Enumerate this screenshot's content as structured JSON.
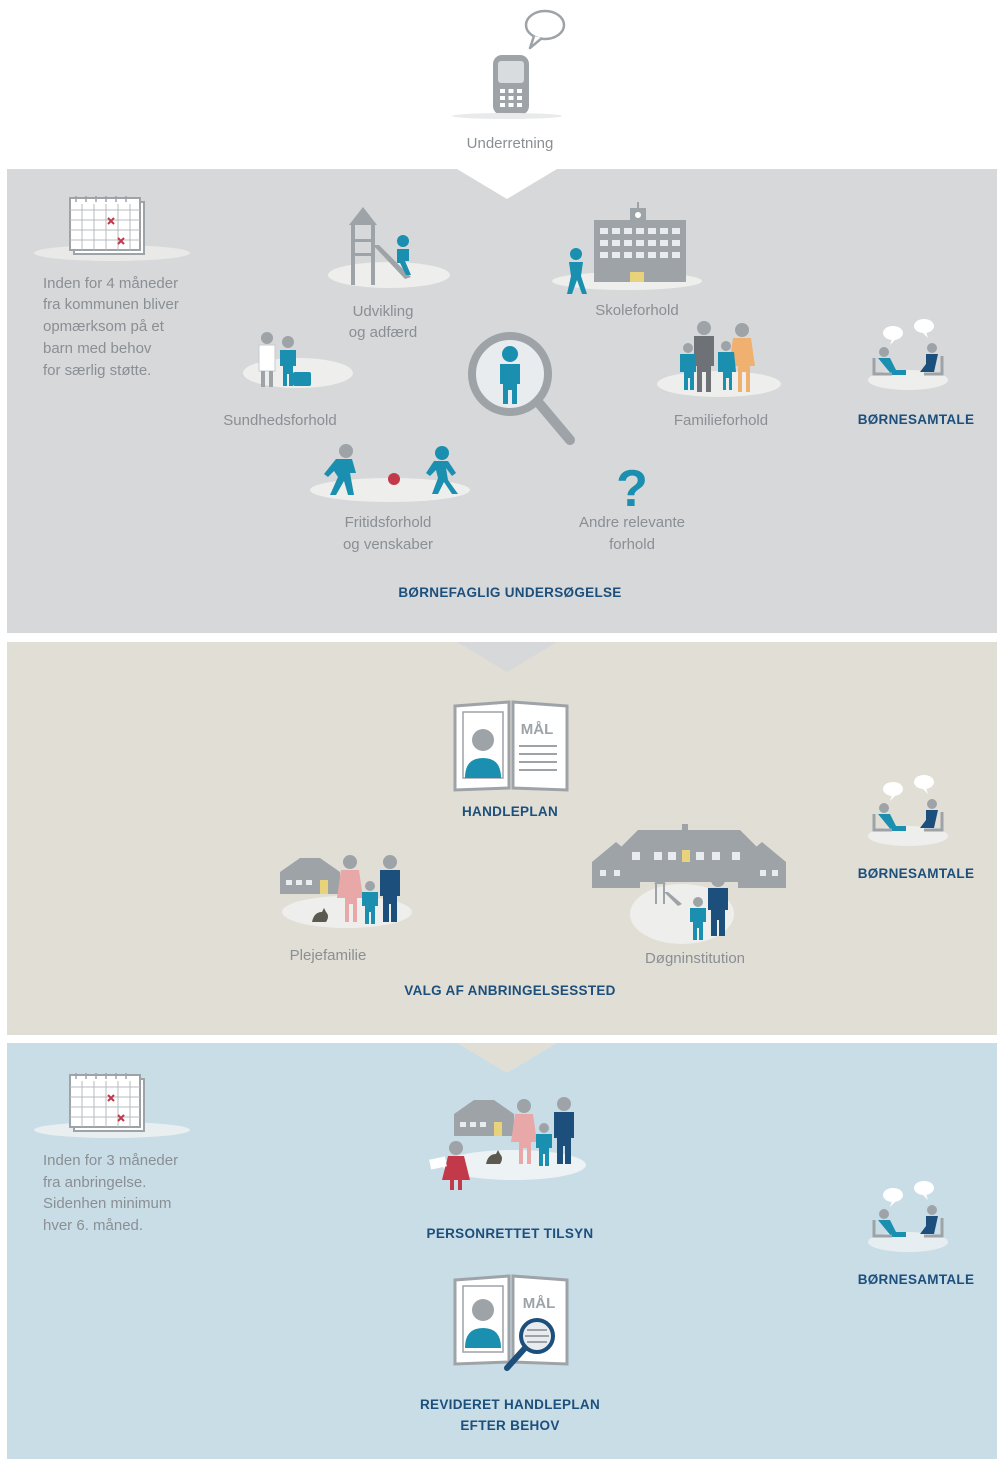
{
  "colors": {
    "band_gray": "#d6d8da",
    "band_beige": "#e1ded5",
    "band_blue": "#c9dde7",
    "teal": "#1a8fb0",
    "navy": "#1c4f7c",
    "gray_figure": "#9ea3a8",
    "red": "#c23a4a",
    "pink": "#e8a8a8",
    "orange": "#f0b070"
  },
  "top": {
    "label": "Underretning",
    "icons": [
      "phone-icon",
      "speech-bubble-icon"
    ]
  },
  "section1": {
    "note_lines": [
      "Inden for 4 måneder",
      "fra kommunen bliver",
      "opmærksom på et",
      "barn med behov",
      "for særlig støtte."
    ],
    "items": {
      "udvikling": [
        "Udvikling",
        "og adfærd"
      ],
      "skole": "Skoleforhold",
      "sundhed": "Sundhedsforhold",
      "familie": "Familieforhold",
      "fritid": [
        "Fritidsforhold",
        "og venskaber"
      ],
      "andre": [
        "Andre relevante",
        "forhold"
      ]
    },
    "title": "BØRNEFAGLIG UNDERSØGELSE",
    "side_label": "BØRNESAMTALE"
  },
  "section2": {
    "plan_word": "MÅL",
    "handleplan": "HANDLEPLAN",
    "plejefamilie": "Plejefamilie",
    "dogninstitution": "Døgninstitution",
    "title": "VALG AF ANBRINGELSESSTED",
    "side_label": "BØRNESAMTALE"
  },
  "section3": {
    "note_lines": [
      "Inden for 3 måneder",
      "fra anbringelse.",
      "Sidenhen minimum",
      "hver 6. måned."
    ],
    "tilsyn": "PERSONRETTET TILSYN",
    "plan_word": "MÅL",
    "revideret": [
      "REVIDERET HANDLEPLAN",
      "EFTER BEHOV"
    ],
    "side_label": "BØRNESAMTALE"
  }
}
